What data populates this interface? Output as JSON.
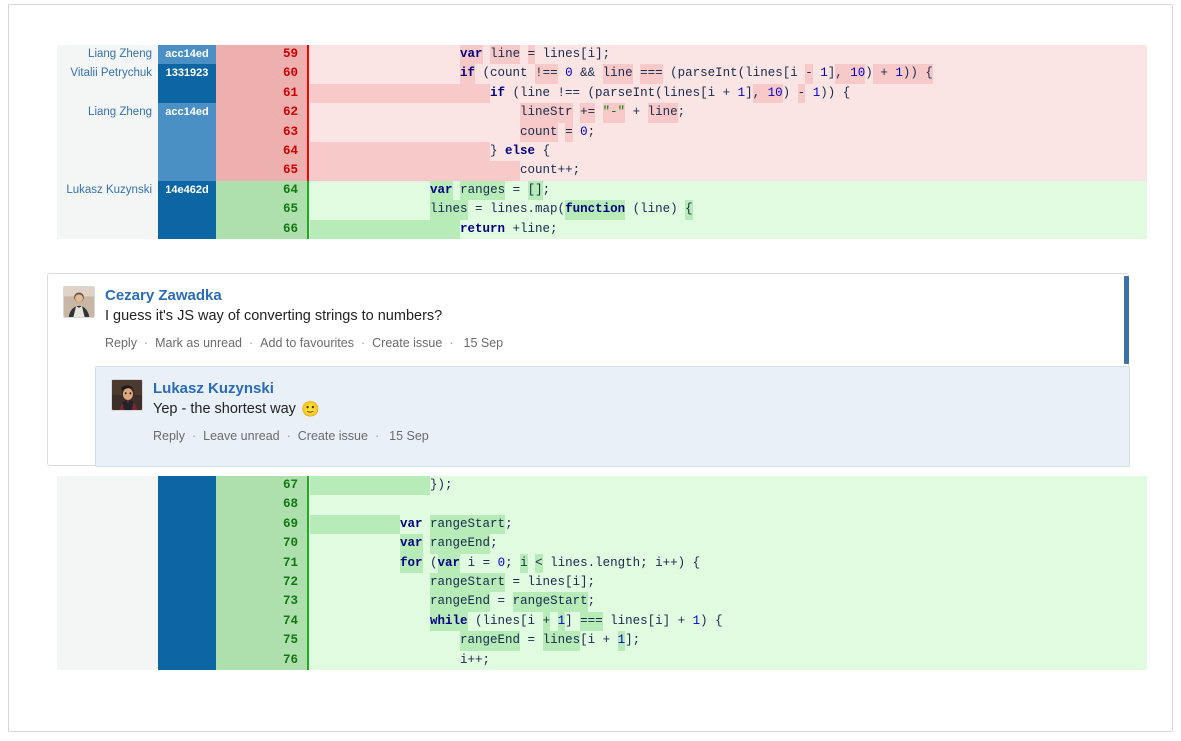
{
  "diff_top": {
    "rows": [
      {
        "author": "Liang Zheng",
        "hash": "acc14ed",
        "hash_style": "alt",
        "num": "59",
        "type": "del",
        "tokens": [
          {
            "t": "                    ",
            "c": "pl"
          },
          {
            "t": "var",
            "c": "kw hl-del"
          },
          {
            "t": " ",
            "c": "pl"
          },
          {
            "t": "line",
            "c": "pl hl-del"
          },
          {
            "t": " ",
            "c": "pl"
          },
          {
            "t": "=",
            "c": "pl hl-del"
          },
          {
            "t": " lines[i];",
            "c": "pl"
          }
        ]
      },
      {
        "author": "Vitalii Petrychuk",
        "hash": "1331923",
        "hash_style": "dark",
        "num": "60",
        "type": "del",
        "tokens": [
          {
            "t": "                    ",
            "c": "pl"
          },
          {
            "t": "if",
            "c": "kw hl-del"
          },
          {
            "t": " (count ",
            "c": "pl"
          },
          {
            "t": "!==",
            "c": "pl hl-del"
          },
          {
            "t": " ",
            "c": "pl"
          },
          {
            "t": "0",
            "c": "num"
          },
          {
            "t": " && ",
            "c": "pl"
          },
          {
            "t": "line",
            "c": "pl hl-del"
          },
          {
            "t": " ",
            "c": "pl"
          },
          {
            "t": "===",
            "c": "pl hl-del"
          },
          {
            "t": " (parseInt(lines[i ",
            "c": "pl"
          },
          {
            "t": "-",
            "c": "pl hl-del"
          },
          {
            "t": " ",
            "c": "pl"
          },
          {
            "t": "1",
            "c": "num"
          },
          {
            "t": "]",
            "c": "pl"
          },
          {
            "t": ", ",
            "c": "pl hl-del"
          },
          {
            "t": "10",
            "c": "num hl-del"
          },
          {
            "t": ")",
            "c": "pl"
          },
          {
            "t": " + ",
            "c": "pl hl-del"
          },
          {
            "t": "1",
            "c": "num hl-del"
          },
          {
            "t": ")) {",
            "c": "pl hl-del"
          }
        ]
      },
      {
        "author": "",
        "hash": "",
        "hash_style": "dark",
        "num": "61",
        "type": "del",
        "tokens": [
          {
            "t": "                        ",
            "c": "pl hl-del"
          },
          {
            "t": "if",
            "c": "kw"
          },
          {
            "t": " (line !== (parseInt(lines[i + ",
            "c": "pl"
          },
          {
            "t": "1",
            "c": "num"
          },
          {
            "t": "]",
            "c": "pl"
          },
          {
            "t": ", ",
            "c": "pl hl-del"
          },
          {
            "t": "10",
            "c": "num hl-del"
          },
          {
            "t": ") ",
            "c": "pl"
          },
          {
            "t": "-",
            "c": "pl hl-del"
          },
          {
            "t": " ",
            "c": "pl"
          },
          {
            "t": "1",
            "c": "num"
          },
          {
            "t": ")) ",
            "c": "pl"
          },
          {
            "t": "{",
            "c": "pl"
          }
        ]
      },
      {
        "author": "Liang Zheng",
        "hash": "acc14ed",
        "hash_style": "alt",
        "num": "62",
        "type": "del",
        "tokens": [
          {
            "t": "                            ",
            "c": "pl"
          },
          {
            "t": "lineStr",
            "c": "pl hl-del"
          },
          {
            "t": " ",
            "c": "pl"
          },
          {
            "t": "+=",
            "c": "pl hl-del"
          },
          {
            "t": " ",
            "c": "pl"
          },
          {
            "t": "\"-\"",
            "c": "str hl-del"
          },
          {
            "t": " + ",
            "c": "pl"
          },
          {
            "t": "line",
            "c": "pl hl-del"
          },
          {
            "t": ";",
            "c": "pl"
          }
        ]
      },
      {
        "author": "",
        "hash": "",
        "hash_style": "alt",
        "num": "63",
        "type": "del",
        "tokens": [
          {
            "t": "                            ",
            "c": "pl"
          },
          {
            "t": "count",
            "c": "pl hl-del"
          },
          {
            "t": " ",
            "c": "pl"
          },
          {
            "t": "=",
            "c": "pl hl-del"
          },
          {
            "t": " ",
            "c": "pl"
          },
          {
            "t": "0",
            "c": "num"
          },
          {
            "t": ";",
            "c": "pl"
          }
        ]
      },
      {
        "author": "",
        "hash": "",
        "hash_style": "alt",
        "num": "64",
        "type": "del",
        "tokens": [
          {
            "t": "                        ",
            "c": "pl hl-del"
          },
          {
            "t": "} ",
            "c": "pl"
          },
          {
            "t": "else",
            "c": "kw"
          },
          {
            "t": " {",
            "c": "pl"
          }
        ]
      },
      {
        "author": "",
        "hash": "",
        "hash_style": "alt",
        "num": "65",
        "type": "del",
        "tokens": [
          {
            "t": "                            ",
            "c": "pl hl-del"
          },
          {
            "t": "count",
            "c": "pl"
          },
          {
            "t": "++;",
            "c": "pl"
          }
        ]
      },
      {
        "author": "Lukasz Kuzynski",
        "hash": "14e462d",
        "hash_style": "dark",
        "num": "64",
        "type": "add",
        "tokens": [
          {
            "t": "                ",
            "c": "pl"
          },
          {
            "t": "var",
            "c": "kw hl-add"
          },
          {
            "t": " ",
            "c": "pl"
          },
          {
            "t": "ranges",
            "c": "pl hl-add"
          },
          {
            "t": " = ",
            "c": "pl"
          },
          {
            "t": "[]",
            "c": "pl hl-add"
          },
          {
            "t": ";",
            "c": "pl"
          }
        ]
      },
      {
        "author": "",
        "hash": "",
        "hash_style": "dark",
        "num": "65",
        "type": "add",
        "tokens": [
          {
            "t": "                ",
            "c": "pl"
          },
          {
            "t": "lines",
            "c": "pl hl-add"
          },
          {
            "t": " = lines.map(",
            "c": "pl"
          },
          {
            "t": "function",
            "c": "kw hl-add"
          },
          {
            "t": " (line) ",
            "c": "pl"
          },
          {
            "t": "{",
            "c": "pl hl-add"
          }
        ]
      },
      {
        "author": "",
        "hash": "",
        "hash_style": "dark",
        "num": "66",
        "type": "add",
        "tokens": [
          {
            "t": "                    ",
            "c": "pl hl-add"
          },
          {
            "t": "return",
            "c": "kw"
          },
          {
            "t": " +line;",
            "c": "pl"
          }
        ]
      }
    ]
  },
  "comments": [
    {
      "author": "Cezary Zawadka",
      "text": "I guess it's JS way of converting strings to numbers?",
      "emoji": "",
      "actions": [
        "Reply",
        "Mark as unread",
        "Add to favourites",
        "Create issue"
      ],
      "date": "15 Sep",
      "unread": true
    },
    {
      "author": "Lukasz Kuzynski",
      "text": "Yep - the shortest way",
      "emoji": "🙂",
      "actions": [
        "Reply",
        "Leave unread",
        "Create issue"
      ],
      "date": "15 Sep",
      "unread": false
    }
  ],
  "diff_bottom": {
    "rows": [
      {
        "author": "",
        "hash": "",
        "num": "67",
        "type": "add",
        "tokens": [
          {
            "t": "                ",
            "c": "pl hl-add"
          },
          {
            "t": "});",
            "c": "pl"
          }
        ]
      },
      {
        "author": "",
        "hash": "",
        "num": "68",
        "type": "add",
        "tokens": [
          {
            "t": "",
            "c": "pl"
          }
        ]
      },
      {
        "author": "",
        "hash": "",
        "num": "69",
        "type": "add",
        "tokens": [
          {
            "t": "            ",
            "c": "pl hl-add"
          },
          {
            "t": "var",
            "c": "kw"
          },
          {
            "t": " ",
            "c": "pl"
          },
          {
            "t": "rangeStart",
            "c": "pl hl-add"
          },
          {
            "t": ";",
            "c": "pl"
          }
        ]
      },
      {
        "author": "",
        "hash": "",
        "num": "70",
        "type": "add",
        "tokens": [
          {
            "t": "            ",
            "c": "pl"
          },
          {
            "t": "var",
            "c": "kw hl-add"
          },
          {
            "t": " ",
            "c": "pl"
          },
          {
            "t": "rangeEnd",
            "c": "pl hl-add"
          },
          {
            "t": ";",
            "c": "pl"
          }
        ]
      },
      {
        "author": "",
        "hash": "",
        "num": "71",
        "type": "add",
        "tokens": [
          {
            "t": "            ",
            "c": "pl"
          },
          {
            "t": "for",
            "c": "kw hl-add"
          },
          {
            "t": " (",
            "c": "pl"
          },
          {
            "t": "var",
            "c": "kw hl-add"
          },
          {
            "t": " i = ",
            "c": "pl"
          },
          {
            "t": "0",
            "c": "num"
          },
          {
            "t": "; ",
            "c": "pl"
          },
          {
            "t": "i",
            "c": "pl hl-add"
          },
          {
            "t": " ",
            "c": "pl"
          },
          {
            "t": "<",
            "c": "pl hl-add"
          },
          {
            "t": " lines.length; i++) {",
            "c": "pl"
          }
        ]
      },
      {
        "author": "",
        "hash": "",
        "num": "72",
        "type": "add",
        "tokens": [
          {
            "t": "                ",
            "c": "pl"
          },
          {
            "t": "rangeStart",
            "c": "pl hl-add"
          },
          {
            "t": " = lines[i];",
            "c": "pl"
          }
        ]
      },
      {
        "author": "",
        "hash": "",
        "num": "73",
        "type": "add",
        "tokens": [
          {
            "t": "                ",
            "c": "pl"
          },
          {
            "t": "rangeEnd",
            "c": "pl hl-add"
          },
          {
            "t": " = ",
            "c": "pl"
          },
          {
            "t": "rangeStart",
            "c": "pl hl-add"
          },
          {
            "t": ";",
            "c": "pl"
          }
        ]
      },
      {
        "author": "",
        "hash": "",
        "num": "74",
        "type": "add",
        "tokens": [
          {
            "t": "                ",
            "c": "pl"
          },
          {
            "t": "while",
            "c": "kw hl-add"
          },
          {
            "t": " (lines[i ",
            "c": "pl"
          },
          {
            "t": "+",
            "c": "pl hl-add"
          },
          {
            "t": " ",
            "c": "pl"
          },
          {
            "t": "1",
            "c": "num hl-add"
          },
          {
            "t": "] ",
            "c": "pl"
          },
          {
            "t": "===",
            "c": "pl hl-add"
          },
          {
            "t": " lines[i] + ",
            "c": "pl"
          },
          {
            "t": "1",
            "c": "num"
          },
          {
            "t": ") {",
            "c": "pl"
          }
        ]
      },
      {
        "author": "",
        "hash": "",
        "num": "75",
        "type": "add",
        "tokens": [
          {
            "t": "                    ",
            "c": "pl"
          },
          {
            "t": "rangeEnd",
            "c": "pl hl-add"
          },
          {
            "t": " = ",
            "c": "pl"
          },
          {
            "t": "lines",
            "c": "pl hl-add"
          },
          {
            "t": "[i + ",
            "c": "pl"
          },
          {
            "t": "1",
            "c": "num hl-add"
          },
          {
            "t": "];",
            "c": "pl"
          }
        ]
      },
      {
        "author": "",
        "hash": "",
        "num": "76",
        "type": "add",
        "tokens": [
          {
            "t": "                    ",
            "c": "pl"
          },
          {
            "t": "i++;",
            "c": "pl"
          }
        ]
      }
    ]
  },
  "colors": {
    "blame_dark": "#0c66a4",
    "blame_light": "#4a90c4",
    "del_bg": "#fbe4e4",
    "del_gutter": "#eeafaf",
    "add_bg": "#e0fbe0",
    "add_gutter": "#aee0ae",
    "author_link": "#3572b0",
    "unread_bar": "#3b73a8"
  }
}
